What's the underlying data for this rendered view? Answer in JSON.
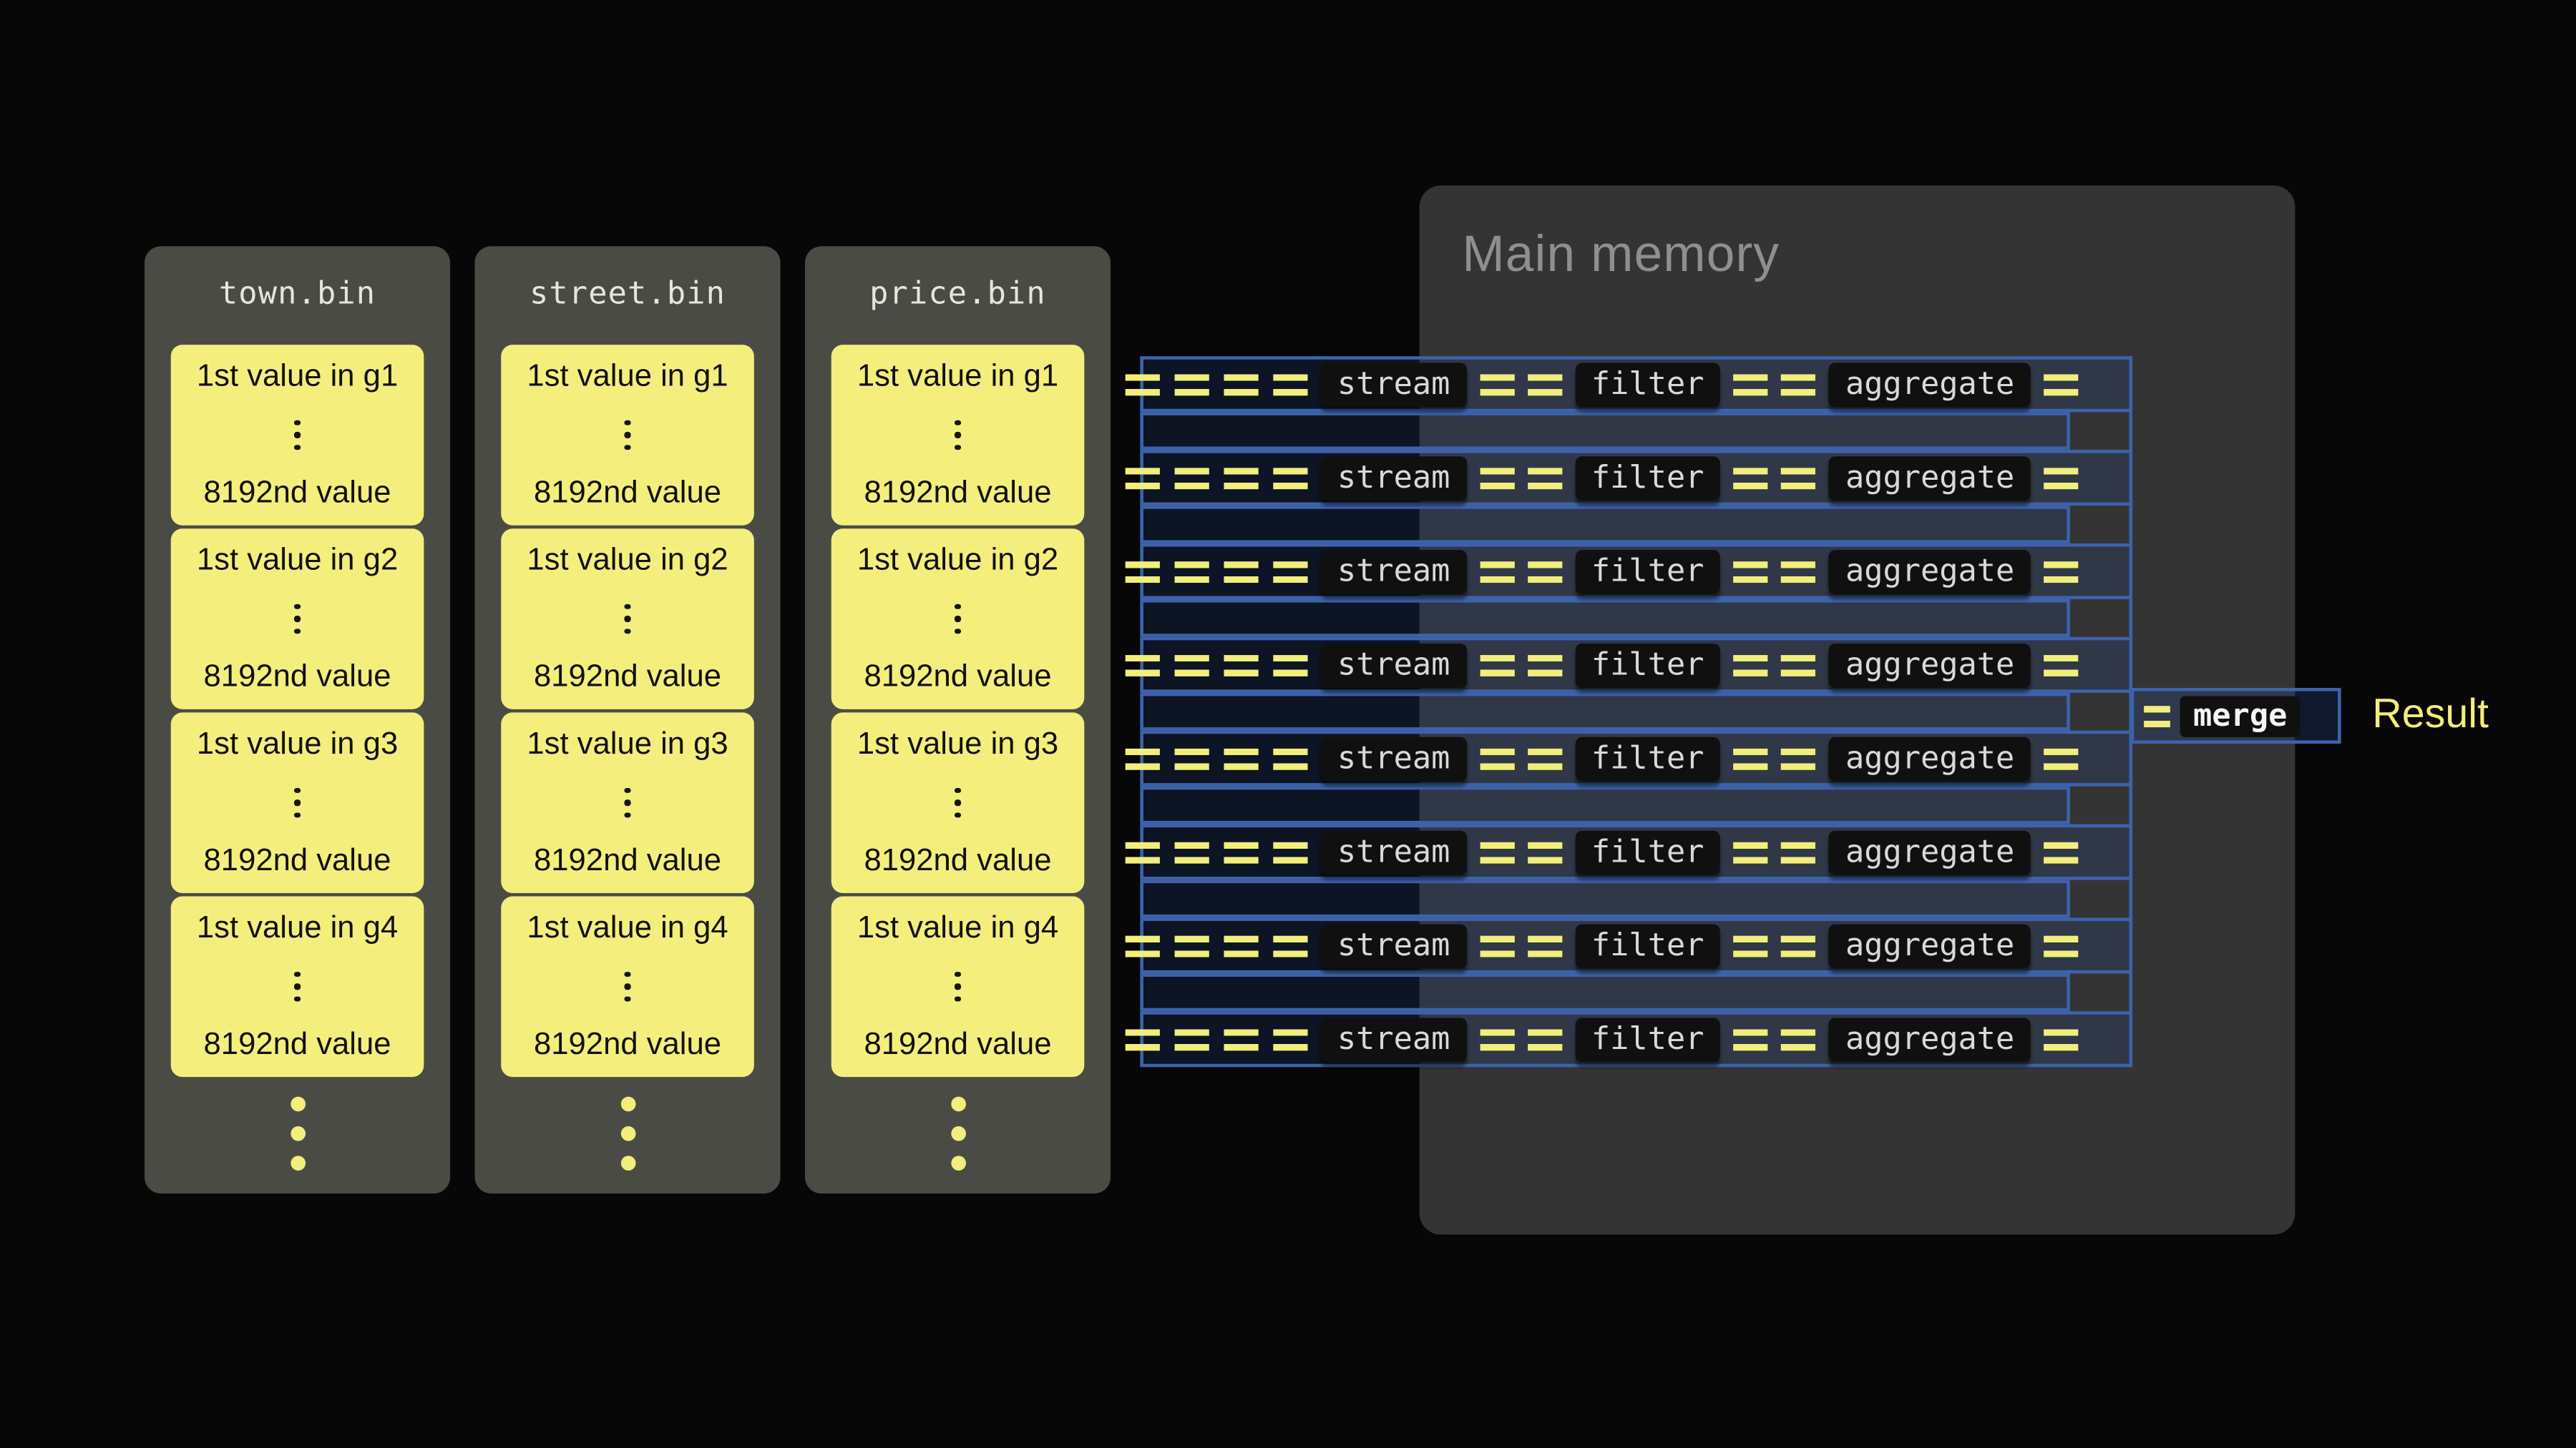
{
  "files": [
    {
      "name": "town.bin",
      "groups": [
        {
          "first": "1st value in g1",
          "last": "8192nd value"
        },
        {
          "first": "1st value in g2",
          "last": "8192nd value"
        },
        {
          "first": "1st value in g3",
          "last": "8192nd value"
        },
        {
          "first": "1st value in g4",
          "last": "8192nd value"
        }
      ]
    },
    {
      "name": "street.bin",
      "groups": [
        {
          "first": "1st value in g1",
          "last": "8192nd value"
        },
        {
          "first": "1st value in g2",
          "last": "8192nd value"
        },
        {
          "first": "1st value in g3",
          "last": "8192nd value"
        },
        {
          "first": "1st value in g4",
          "last": "8192nd value"
        }
      ]
    },
    {
      "name": "price.bin",
      "groups": [
        {
          "first": "1st value in g1",
          "last": "8192nd value"
        },
        {
          "first": "1st value in g2",
          "last": "8192nd value"
        },
        {
          "first": "1st value in g3",
          "last": "8192nd value"
        },
        {
          "first": "1st value in g4",
          "last": "8192nd value"
        }
      ]
    }
  ],
  "memory": {
    "title": "Main memory",
    "pipeline_count": 8,
    "stages": [
      "stream",
      "filter",
      "aggregate"
    ]
  },
  "merge": {
    "label": "merge"
  },
  "result": {
    "label": "Result"
  },
  "colors": {
    "yellow": "#f2ee7c",
    "blue": "#3d62ab",
    "file_bg": "#4b4b46",
    "memory_bg": "#343434",
    "stage_bg": "#101010"
  }
}
